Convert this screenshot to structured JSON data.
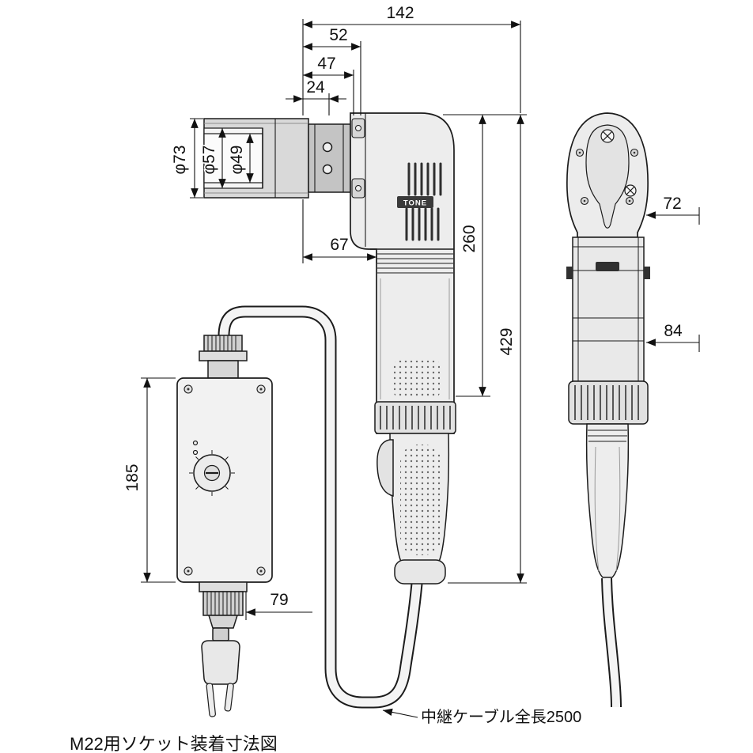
{
  "caption": "M22用ソケット装着寸法図",
  "cable_note": "中継ケーブル全長2500",
  "brand": "TONE",
  "dims": {
    "d142": "142",
    "d52": "52",
    "d47": "47",
    "d24": "24",
    "dia73": "φ73",
    "dia57": "φ57",
    "dia49": "φ49",
    "d67": "67",
    "d260": "260",
    "d429": "429",
    "d72": "72",
    "d84": "84",
    "d185": "185",
    "d79": "79"
  },
  "colors": {
    "outline": "#1c1c1c",
    "fill_light": "#ededed",
    "fill_mid": "#d9d9d9",
    "fill_dark": "#303030",
    "dim_text": "#111111"
  }
}
